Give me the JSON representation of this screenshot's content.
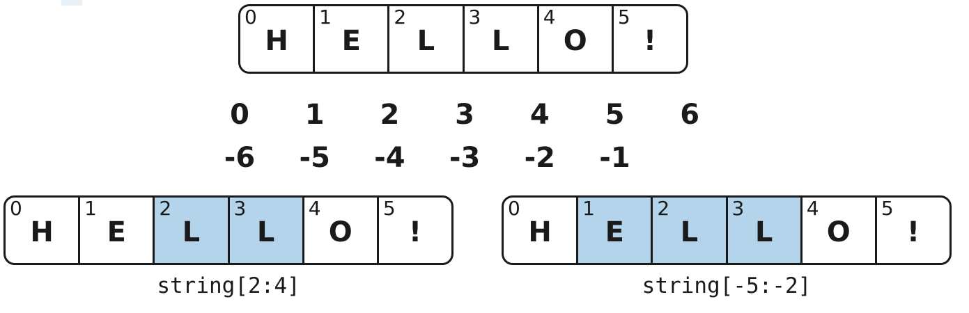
{
  "top_strip": {
    "cells": [
      {
        "index": "0",
        "char": "H"
      },
      {
        "index": "1",
        "char": "E"
      },
      {
        "index": "2",
        "char": "L"
      },
      {
        "index": "3",
        "char": "L"
      },
      {
        "index": "4",
        "char": "O"
      },
      {
        "index": "5",
        "char": "!"
      }
    ]
  },
  "positive_boundaries": [
    "0",
    "1",
    "2",
    "3",
    "4",
    "5",
    "6"
  ],
  "negative_boundaries": [
    "-6",
    "-5",
    "-4",
    "-3",
    "-2",
    "-1"
  ],
  "slice_left": {
    "caption": "string[2:4]",
    "cells": [
      {
        "index": "0",
        "char": "H",
        "highlighted": false
      },
      {
        "index": "1",
        "char": "E",
        "highlighted": false
      },
      {
        "index": "2",
        "char": "L",
        "highlighted": true
      },
      {
        "index": "3",
        "char": "L",
        "highlighted": true
      },
      {
        "index": "4",
        "char": "O",
        "highlighted": false
      },
      {
        "index": "5",
        "char": "!",
        "highlighted": false
      }
    ]
  },
  "slice_right": {
    "caption": "string[-5:-2]",
    "cells": [
      {
        "index": "0",
        "char": "H",
        "highlighted": false
      },
      {
        "index": "1",
        "char": "E",
        "highlighted": true
      },
      {
        "index": "2",
        "char": "L",
        "highlighted": true
      },
      {
        "index": "3",
        "char": "L",
        "highlighted": true
      },
      {
        "index": "4",
        "char": "O",
        "highlighted": false
      },
      {
        "index": "5",
        "char": "!",
        "highlighted": false
      }
    ]
  },
  "colors": {
    "highlight": "#b3d4ea",
    "stroke": "#1a1a1a"
  }
}
